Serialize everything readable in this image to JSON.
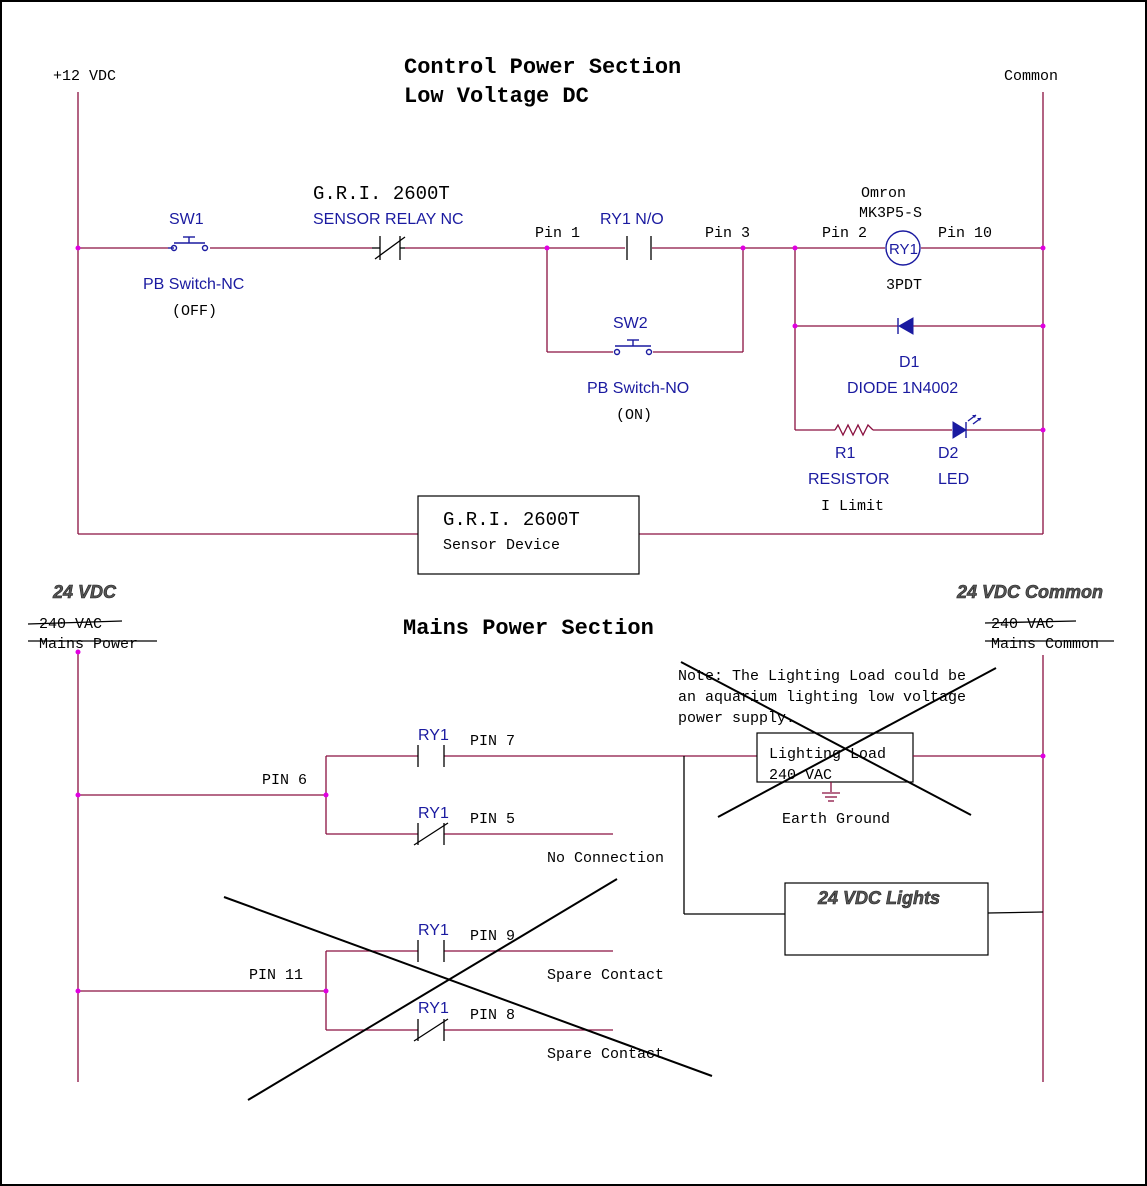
{
  "control": {
    "title_line1": "Control Power Section",
    "title_line2": "Low Voltage DC",
    "left_rail": "+12 VDC",
    "right_rail": "Common",
    "sw1": {
      "ref": "SW1",
      "name": "PB Switch-NC",
      "state": "(OFF)"
    },
    "sensor_relay": {
      "title": "G.R.I. 2600T",
      "name": "SENSOR RELAY NC"
    },
    "ry1_no": "RY1 N/O",
    "pin1": "Pin 1",
    "pin3": "Pin 3",
    "pin2": "Pin 2",
    "pin10": "Pin 10",
    "sw2": {
      "ref": "SW2",
      "name": "PB Switch-NO",
      "state": "(ON)"
    },
    "relay": {
      "make": "Omron",
      "model": "MK3P5-S",
      "ref": "RY1",
      "type": "3PDT"
    },
    "d1": {
      "ref": "D1",
      "name": "DIODE 1N4002"
    },
    "r1": {
      "ref": "R1",
      "name": "RESISTOR",
      "note": "I Limit"
    },
    "d2": {
      "ref": "D2",
      "name": "LED"
    },
    "sensor_device": {
      "title": "G.R.I. 2600T",
      "name": "Sensor Device"
    }
  },
  "mains": {
    "title": "Mains Power Section",
    "left_new": "24 VDC",
    "left_old1": "240 VAC",
    "left_old2": "Mains Power",
    "right_new": "24 VDC Common",
    "right_old1": "240 VAC",
    "right_old2": "Mains Common",
    "note_line1": "Note: The Lighting Load could be",
    "note_line2": "an aquarium lighting low voltage",
    "note_line3": "power supply.",
    "pin6": "PIN 6",
    "pin7": "PIN 7",
    "pin5": "PIN 5",
    "pin11": "PIN 11",
    "pin9": "PIN 9",
    "pin8": "PIN 8",
    "ry1": "RY1",
    "no_connection": "No Connection",
    "spare_contact": "Spare Contact",
    "load_line1": "Lighting Load",
    "load_line2": "240 VAC",
    "earth_ground": "Earth Ground",
    "lights": "24 VDC Lights"
  },
  "colors": {
    "wire": "#8a1040",
    "component": "#1a1aa0",
    "node": "#e000e0",
    "text": "#000000"
  }
}
